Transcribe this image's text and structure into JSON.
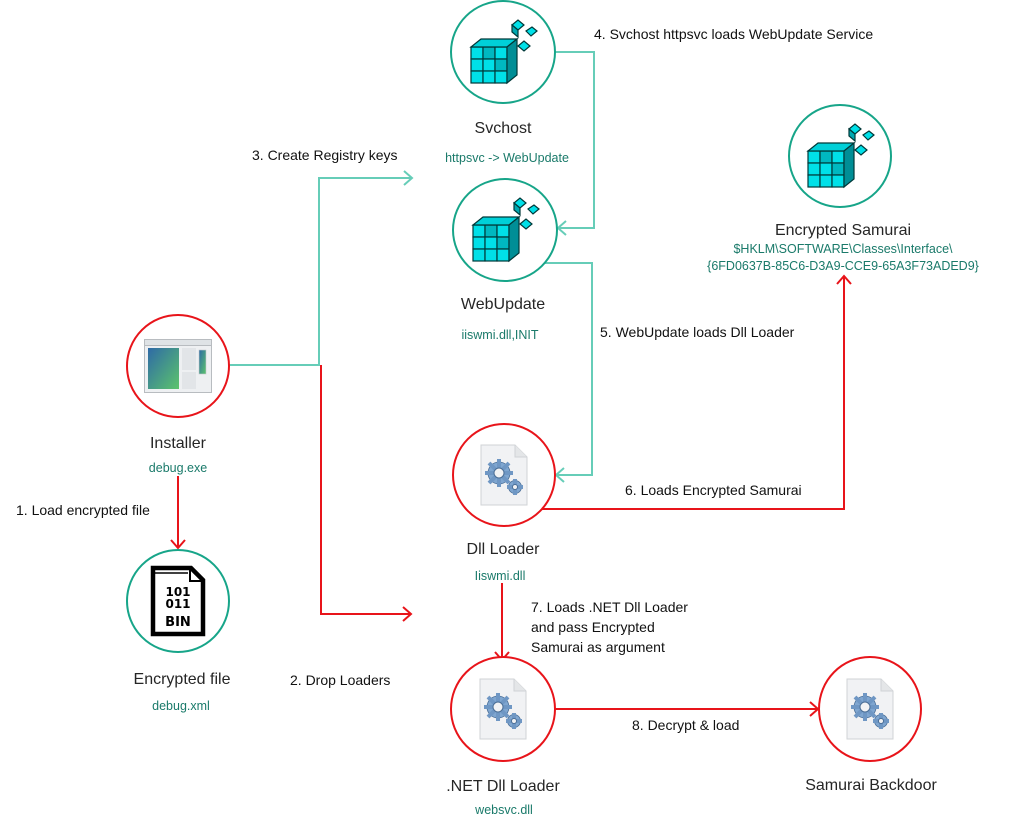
{
  "colors": {
    "teal": "#17a589",
    "teal_line": "#66cdb8",
    "red": "#e8141a",
    "label": "#1a7a6a"
  },
  "nodes": {
    "svchost": {
      "title": "Svchost",
      "sub": "httpsvc -> WebUpdate",
      "icon": "registry-cube-icon"
    },
    "webupdate": {
      "title": "WebUpdate",
      "sub": "iiswmi.dll,INIT",
      "icon": "registry-cube-icon"
    },
    "encrypted_samurai": {
      "title": "Encrypted Samurai",
      "sub1": "$HKLM\\SOFTWARE\\Classes\\Interface\\",
      "sub2": "{6FD0637B-85C6-D3A9-CCE9-65A3F73ADED9}",
      "icon": "registry-cube-icon"
    },
    "installer": {
      "title": "Installer",
      "sub": "debug.exe",
      "icon": "application-window-icon"
    },
    "encrypted_file": {
      "title": "Encrypted file",
      "sub": "debug.xml",
      "icon": "binary-file-icon",
      "icon_text": [
        "101",
        "011",
        "BIN"
      ]
    },
    "dll_loader": {
      "title": "Dll Loader",
      "sub": "Iiswmi.dll",
      "icon": "dll-gear-file-icon"
    },
    "net_dll_loader": {
      "title": ".NET Dll Loader",
      "sub": "websvc.dll",
      "icon": "dll-gear-file-icon"
    },
    "samurai_backdoor": {
      "title": "Samurai Backdoor",
      "icon": "dll-gear-file-icon"
    }
  },
  "steps": {
    "s1": "1. Load encrypted file",
    "s2": "2. Drop Loaders",
    "s3": "3. Create Registry keys",
    "s4": "4. Svchost httpsvc loads WebUpdate Service",
    "s5": "5. WebUpdate loads Dll Loader",
    "s6": "6. Loads Encrypted Samurai",
    "s7": [
      "7. Loads .NET Dll Loader",
      "and pass Encrypted",
      "Samurai as argument"
    ],
    "s8": "8. Decrypt & load"
  }
}
